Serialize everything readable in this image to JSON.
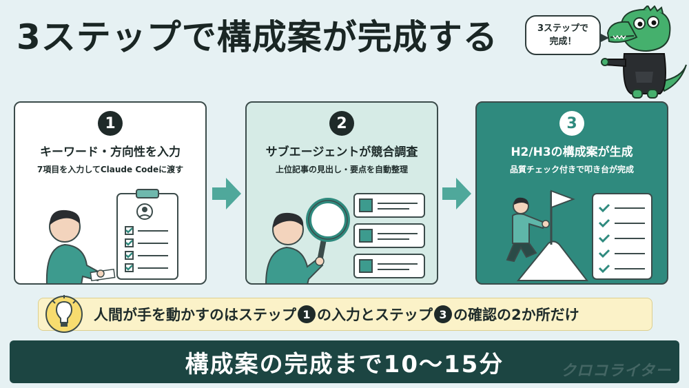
{
  "title": "3ステップで構成案が完成する",
  "bubble": {
    "line1": "3ステップで",
    "line2": "完成！"
  },
  "steps": [
    {
      "number": "1",
      "title": "キーワード・方向性を入力",
      "desc": "7項目を入力してClaude Codeに渡す"
    },
    {
      "number": "2",
      "title": "サブエージェントが競合調査",
      "desc": "上位記事の見出し・要点を自動整理"
    },
    {
      "number": "3",
      "title": "H2/H3の構成案が生成",
      "desc": "品質チェック付きで叩き台が完成"
    }
  ],
  "note": {
    "part1": "人間が手を動かすのはステップ",
    "step_a": "1",
    "part2": "の入力とステップ",
    "step_b": "3",
    "part3": "の確認の2か所だけ"
  },
  "banner": "構成案の完成まで10〜15分",
  "watermark": "クロコライター",
  "colors": {
    "background": "#e6f1f3",
    "teal": "#2f8a7e",
    "light_teal": "#d6ebe6",
    "dark": "#1c4542",
    "note_bg": "#fbf2c8"
  },
  "icons": [
    "crocodile-mascot",
    "clipboard-checklist-icon",
    "magnifier-icon",
    "flag-icon",
    "checklist-icon",
    "arrow-right-icon",
    "lightbulb-icon"
  ]
}
